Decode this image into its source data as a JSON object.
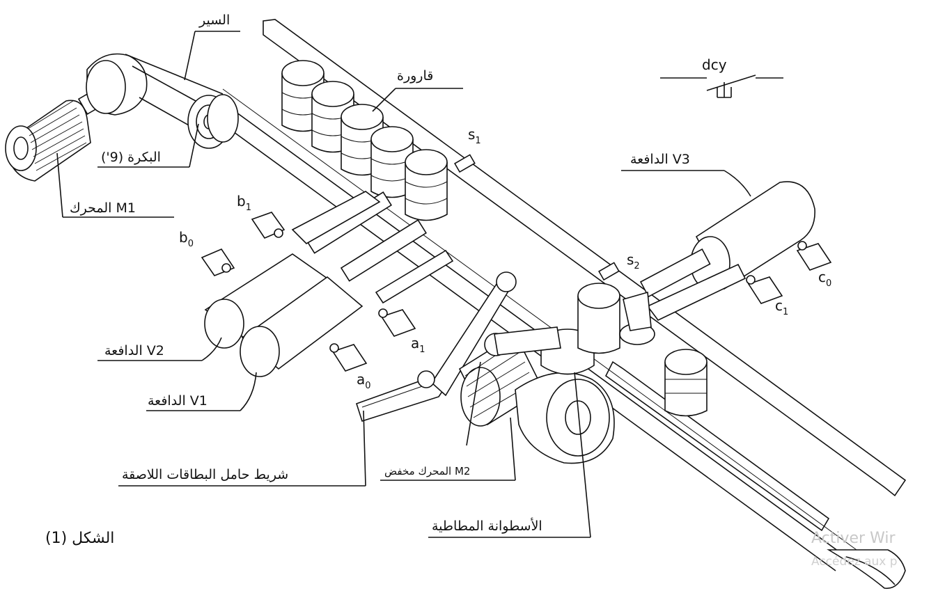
{
  "figure": {
    "caption": "الشكل (1)",
    "watermark": {
      "line1": "Activer Wir",
      "line2": "Accédez aux p"
    }
  },
  "labels": {
    "belt": "السير",
    "bottle": "قارورة",
    "pulley": "البكرة (9')",
    "motor_m1": "المحرك M1",
    "pusher_v3": "الدافعة V3",
    "pusher_v2": "الدافعة V2",
    "pusher_v1": "الدافعة V1",
    "label_strip": "شريط حامل البطاقات اللاصقة",
    "motor_m2": "المحرك مخفض M2",
    "rubber_cylinder": "الأسطوانة المطاطية",
    "dcy": "dcy"
  },
  "sensors": [
    {
      "base": "s",
      "index": "1"
    },
    {
      "base": "s",
      "index": "2"
    },
    {
      "base": "b",
      "index": "1"
    },
    {
      "base": "b",
      "index": "0"
    },
    {
      "base": "a",
      "index": "1"
    },
    {
      "base": "a",
      "index": "0"
    },
    {
      "base": "c",
      "index": "1"
    },
    {
      "base": "c",
      "index": "0"
    }
  ]
}
